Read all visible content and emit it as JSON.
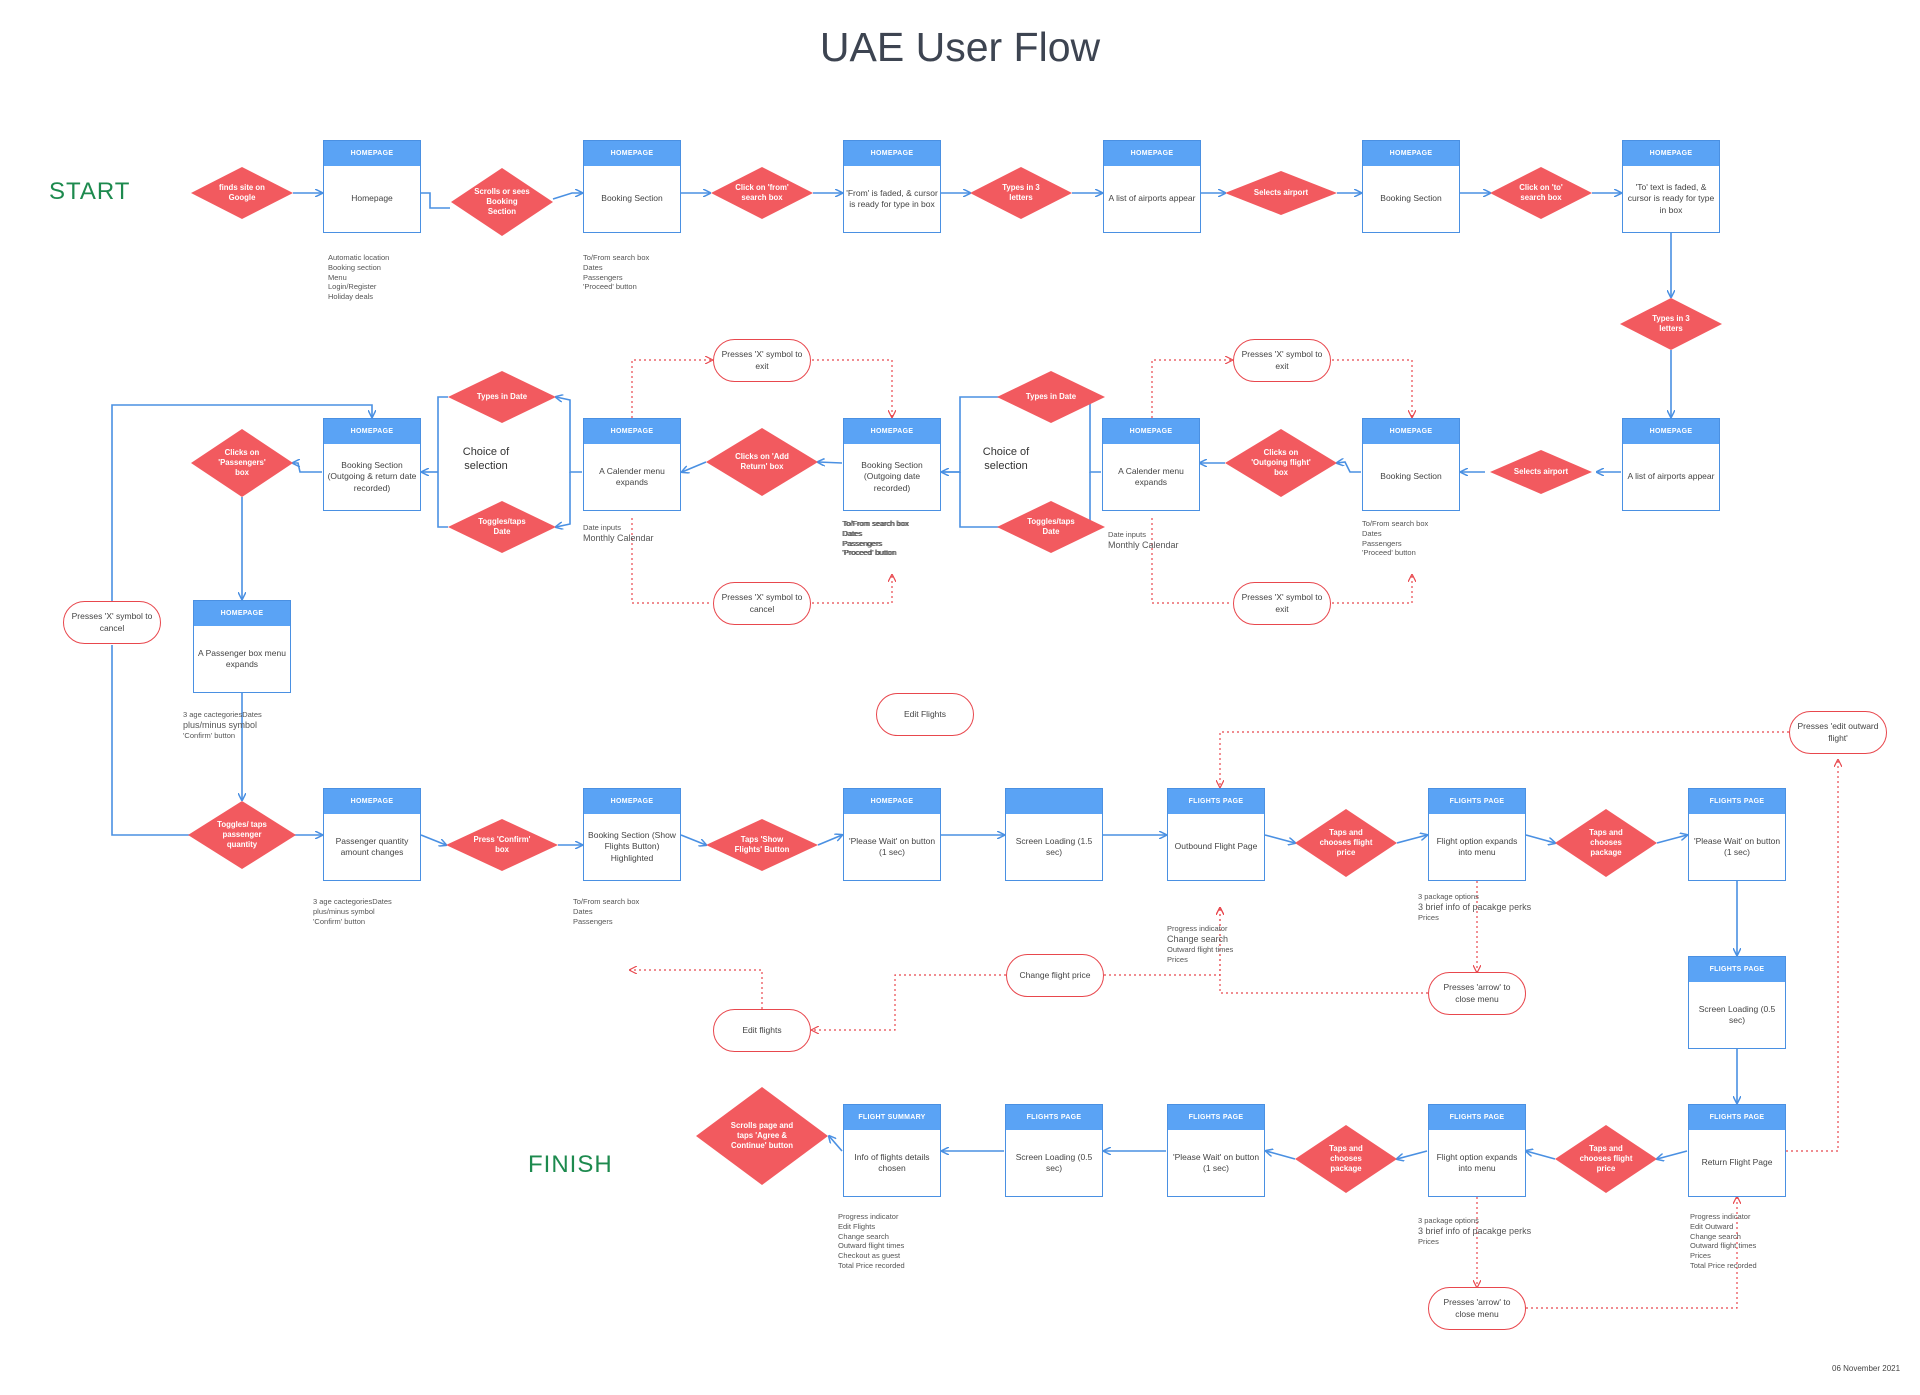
{
  "title": "UAE User Flow",
  "phases": {
    "start": "START",
    "finish": "FINISH"
  },
  "date": "06 November 2021",
  "colors": {
    "box_header": "#5aa3f5",
    "box_border": "#4a90e2",
    "decision": "#f25a5f",
    "phase_label": "#1d8a4e",
    "flow_line": "#4a90e2",
    "alt_line": "#e8474d"
  },
  "boxes": [
    {
      "header": "HOMEPAGE",
      "text": "Homepage"
    },
    {
      "header": "HOMEPAGE",
      "text": "Booking Section"
    },
    {
      "header": "HOMEPAGE",
      "text": "'From' is faded, & cursor is ready for type in box"
    },
    {
      "header": "HOMEPAGE",
      "text": "A list of airports appear"
    },
    {
      "header": "HOMEPAGE",
      "text": "Booking Section"
    },
    {
      "header": "HOMEPAGE",
      "text": "'To' text is faded, & cursor is ready for type in box"
    },
    {
      "header": "HOMEPAGE",
      "text": "A list of airports appear"
    },
    {
      "header": "HOMEPAGE",
      "text": "Booking Section"
    },
    {
      "header": "HOMEPAGE",
      "text": "A Calender menu expands"
    },
    {
      "header": "HOMEPAGE",
      "text": "Booking Section (Outgoing date recorded)"
    },
    {
      "header": "HOMEPAGE",
      "text": "A Calender menu expands"
    },
    {
      "header": "HOMEPAGE",
      "text": "Booking Section (Outgoing & return date recorded)"
    },
    {
      "header": "HOMEPAGE",
      "text": "A Passenger box menu expands"
    },
    {
      "header": "HOMEPAGE",
      "text": "Passenger quantity amount changes"
    },
    {
      "header": "HOMEPAGE",
      "text": "Booking Section (Show Flights Button) Highlighted"
    },
    {
      "header": "HOMEPAGE",
      "text": "'Please Wait' on button (1 sec)"
    },
    {
      "header": "",
      "text": "Screen Loading (1.5 sec)"
    },
    {
      "header": "FLIGHTS PAGE",
      "text": "Outbound Flight Page"
    },
    {
      "header": "FLIGHTS PAGE",
      "text": "Flight option expands into menu"
    },
    {
      "header": "FLIGHTS PAGE",
      "text": "'Please Wait' on button (1 sec)"
    },
    {
      "header": "FLIGHTS PAGE",
      "text": "Screen Loading (0.5 sec)"
    },
    {
      "header": "FLIGHTS PAGE",
      "text": "Return Flight Page"
    },
    {
      "header": "FLIGHTS PAGE",
      "text": "Flight option expands into menu"
    },
    {
      "header": "FLIGHTS PAGE",
      "text": "'Please Wait' on button (1 sec)"
    },
    {
      "header": "FLIGHTS PAGE",
      "text": "Screen Loading (0.5 sec)"
    },
    {
      "header": "FLIGHT SUMMARY",
      "text": "Info of flights details chosen"
    }
  ],
  "decisions": [
    "finds site on Google",
    "Scrolls or sees Booking Section",
    "Click on 'from' search box",
    "Types in 3 letters",
    "Selects airport",
    "Click on 'to' search box",
    "Types in 3 letters",
    "Selects airport",
    "Clicks on 'Outgoing flight' box",
    "Types in Date",
    "Toggles/taps Date",
    "Clicks on 'Add Return' box",
    "Types in Date",
    "Toggles/taps Date",
    "Clicks on 'Passengers' box",
    "Toggles/ taps passenger quantity",
    "Press 'Confirm' box",
    "Taps 'Show Flights' Button",
    "Taps and chooses flight price",
    "Taps and chooses package",
    "Taps and chooses flight price",
    "Taps and chooses package",
    "Scrolls page and taps 'Agree & Continue' button"
  ],
  "pills": [
    "Presses 'X' symbol to exit",
    "Presses 'X' symbol to cancel",
    "Presses 'X' symbol to exit",
    "Presses 'X' symbol to exit",
    "Presses 'X' symbol to cancel",
    "Edit Flights",
    "Presses 'edit outward flight'",
    "Change flight price",
    "Presses 'arrow' to close menu",
    "Edit flights",
    "Presses 'arrow' to close menu"
  ],
  "choices": [
    "Choice of selection",
    "Choice of selection"
  ],
  "notes": [
    [
      "Automatic location",
      "Booking section",
      "Menu",
      "Login/Register",
      "Holiday deals"
    ],
    [
      "To/From search box",
      "Dates",
      "Passengers",
      "'Proceed' button"
    ],
    [
      "To/From search box",
      "Dates",
      "Passengers",
      "'Proceed' button"
    ],
    [
      "Date inputs",
      "Monthly Calendar"
    ],
    [
      "To/From search box",
      "Dates",
      "Passengers",
      "'Proceed' button"
    ],
    [
      "Date inputs",
      "Monthly Calendar"
    ],
    [
      "To/From search box",
      "Dates",
      "Passengers",
      "'Proceed' button"
    ],
    [
      "3 age cactegoriesDates",
      "plus/minus symbol",
      "'Confirm' button"
    ],
    [
      "3 age cactegoriesDates",
      "plus/minus symbol",
      "'Confirm' button"
    ],
    [
      "To/From search box",
      "Dates",
      "Passengers"
    ],
    [
      "Progress indicator",
      "Change search",
      "Outward flight times",
      "Prices"
    ],
    [
      "3 package options",
      "3 brief info of pacakge perks",
      "Prices"
    ],
    [
      "Progress indicator",
      "Edit Outward",
      "Change search",
      "Outward flight times",
      "Prices",
      "Total Price recorded"
    ],
    [
      "3 package options",
      "3 brief info of pacakge perks",
      "Prices"
    ],
    [
      "Progress indicator",
      "Edit Flights",
      "Change search",
      "Outward flight times",
      "Checkout as guest",
      "Total Price recorded"
    ]
  ]
}
